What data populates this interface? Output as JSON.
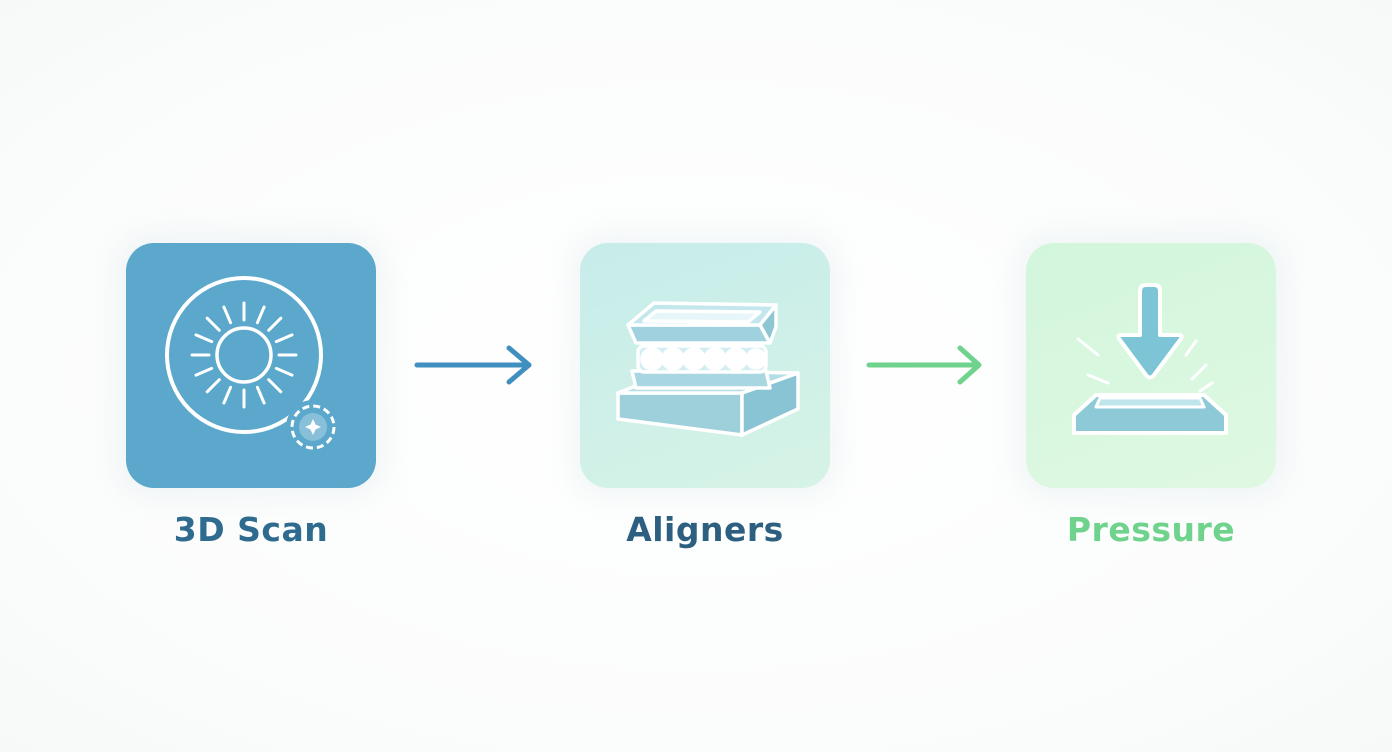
{
  "steps": [
    {
      "label": "3D Scan",
      "icon": "scan-icon",
      "color": "#5ba8cc",
      "label_color": "#2e6b8f"
    },
    {
      "label": "Aligners",
      "icon": "aligner-trays-icon",
      "color": "#c6ecea",
      "label_color": "#2d5f80"
    },
    {
      "label": "Pressure",
      "icon": "pressure-down-arrow-icon",
      "color": "#d2f6dc",
      "label_color": "#6fd38d"
    }
  ],
  "arrows": [
    {
      "icon": "arrow-right-icon",
      "color": "#3f8fbf"
    },
    {
      "icon": "arrow-right-icon",
      "color": "#6fd38d"
    }
  ]
}
